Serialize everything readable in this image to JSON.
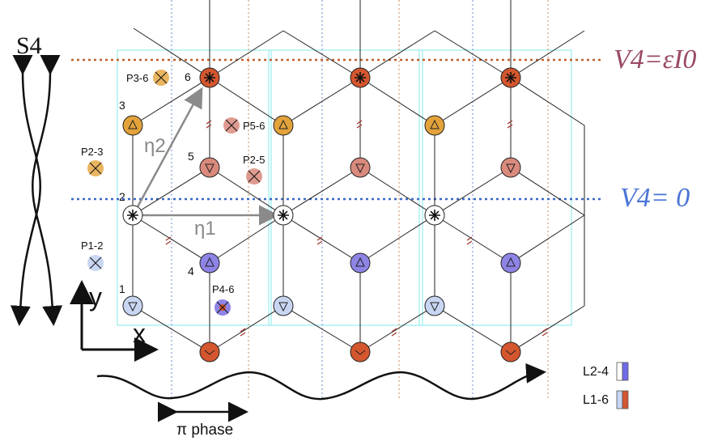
{
  "title_left": "S4",
  "line_top_label": "V4=εI0",
  "line_mid_label": "V4= 0",
  "vec_eta2": "η2",
  "vec_eta1": "η1",
  "axis_y": "y",
  "axis_x": "x",
  "phase_label": "π phase",
  "node_labels": {
    "n1": "1",
    "n2": "2",
    "n3": "3",
    "n4": "4",
    "n5": "5",
    "n6": "6"
  },
  "p_labels": {
    "p36": "P3-6",
    "p56": "P5-6",
    "p23": "P2-3",
    "p25": "P2-5",
    "p12": "P1-2",
    "p46": "P4-6"
  },
  "legend": {
    "l24": "L2-4",
    "l16": "L1-6"
  },
  "colors": {
    "orange_red": "#d4562e",
    "amber": "#e3a33a",
    "salmon": "#d98a7c",
    "violet": "#8e84e6",
    "pale_blue": "#c8d6f2",
    "top_line": "#c0612f",
    "mid_line": "#3a67c6",
    "top_text": "#9b4a66",
    "mid_text": "#4a74d6",
    "cyan_box": "#aef0f2"
  }
}
